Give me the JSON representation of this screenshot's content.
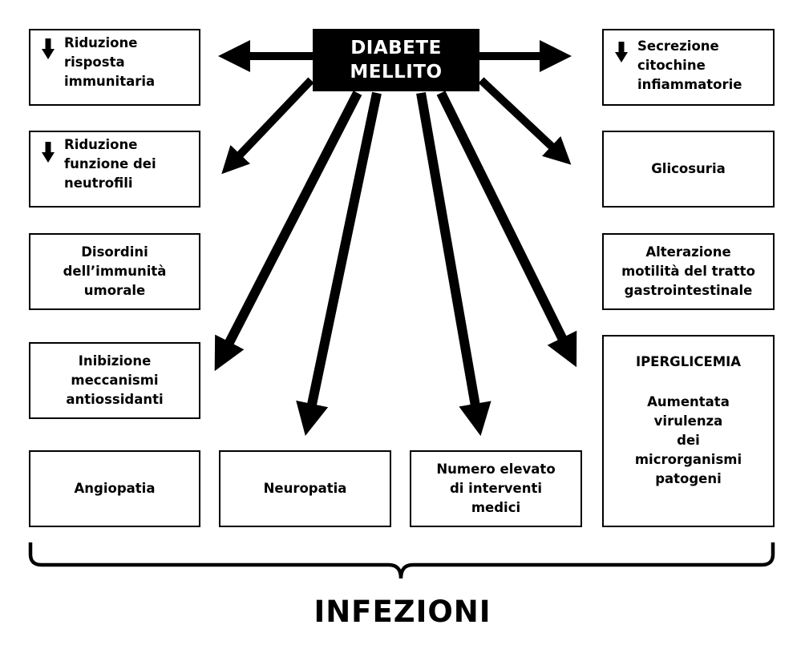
{
  "title": "DIABETE\nMELLITO",
  "boxes": {
    "riduzione_risposta": "Riduzione\nrisposta\nimmunitaria",
    "riduzione_neutrofili": "Riduzione\nfunzione dei\nneutrofili",
    "disordini": "Disordini\ndell’immunità\numorale",
    "inibizione": "Inibizione\nmeccanismi\nantiossidanti",
    "angiopatia": "Angiopatia",
    "neuropatia": "Neuropatia",
    "interventi": "Numero elevato\ndi interventi\nmedici",
    "secrezione": "Secrezione\ncitochine\ninfiammatorie",
    "glicosuria": "Glicosuria",
    "alterazione": "Alterazione\nmotilità del tratto\ngastrointestinale",
    "iperglicemia_title": "IPERGLICEMIA",
    "iperglicemia_body": "Aumentata\nvirulenza\ndei\nmicrorganismi\npatogeni"
  },
  "footer": "INFEZIONI",
  "icons": {
    "decrease": "down-arrow-icon"
  }
}
